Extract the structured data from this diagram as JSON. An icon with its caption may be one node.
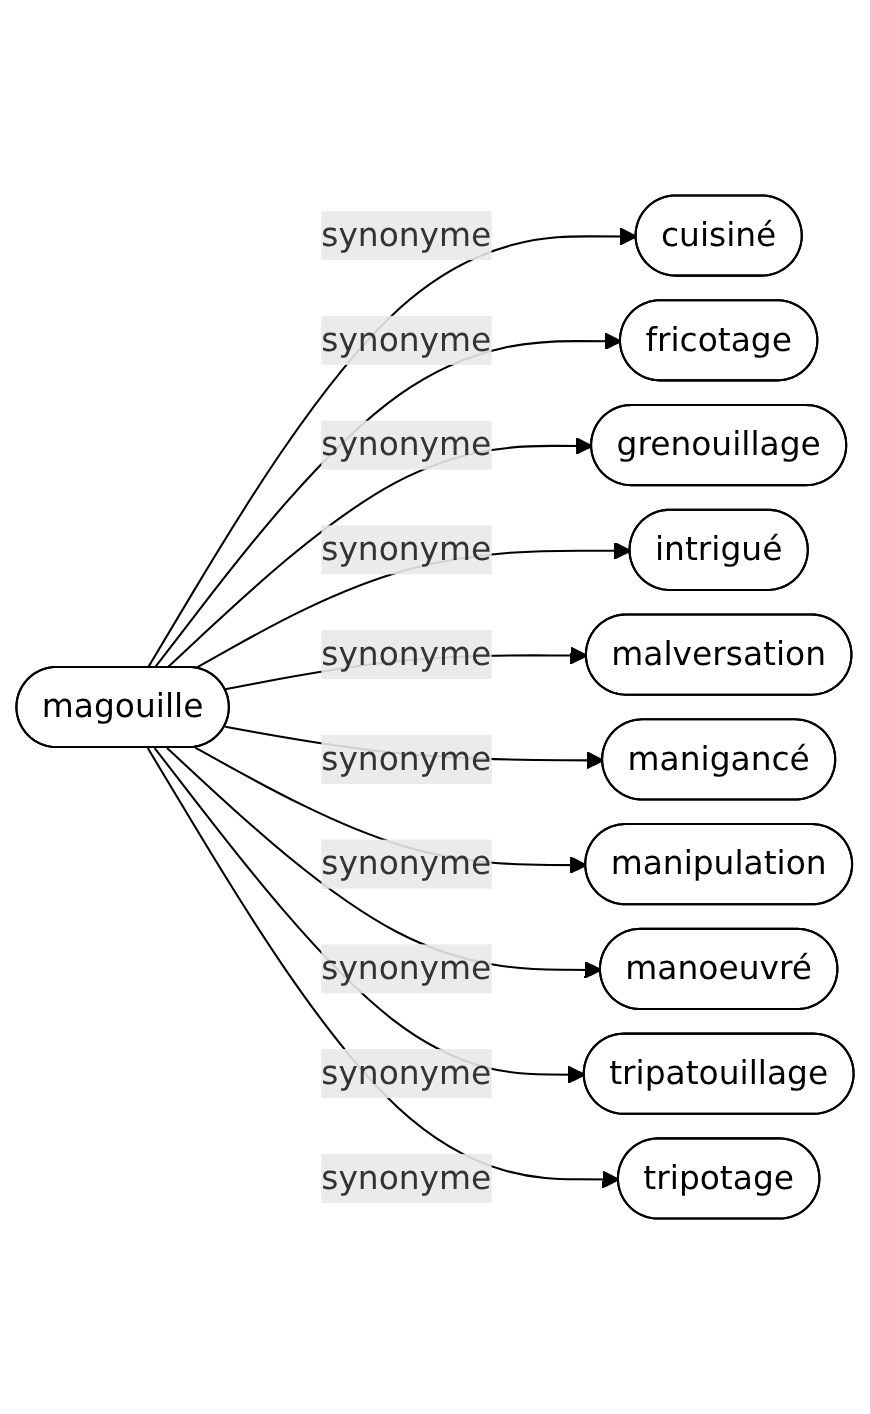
{
  "diagram": {
    "nodes": [
      {
        "text": [
          "magouille"
        ]
      },
      {
        "text": [
          "cuisiné"
        ]
      },
      {
        "text": [
          "fricotage"
        ]
      },
      {
        "text": [
          "grenouillage"
        ]
      },
      {
        "text": [
          "intrigué"
        ]
      },
      {
        "text": [
          "malversation"
        ]
      },
      {
        "text": [
          "manigancé"
        ]
      },
      {
        "text": [
          "manipulation"
        ]
      },
      {
        "text": [
          "manoeuvré"
        ]
      },
      {
        "text": [
          "tripatouillage"
        ]
      },
      {
        "text": [
          "tripotage"
        ]
      }
    ],
    "edges": [
      {
        "from": 0,
        "to": 1,
        "arrow": "to",
        "label": "synonyme"
      },
      {
        "from": 0,
        "to": 2,
        "arrow": "to",
        "label": "synonyme"
      },
      {
        "from": 0,
        "to": 3,
        "arrow": "to",
        "label": "synonyme"
      },
      {
        "from": 0,
        "to": 4,
        "arrow": "to",
        "label": "synonyme"
      },
      {
        "from": 0,
        "to": 5,
        "arrow": "to",
        "label": "synonyme"
      },
      {
        "from": 0,
        "to": 6,
        "arrow": "to",
        "label": "synonyme"
      },
      {
        "from": 0,
        "to": 7,
        "arrow": "to",
        "label": "synonyme"
      },
      {
        "from": 0,
        "to": 8,
        "arrow": "to",
        "label": "synonyme"
      },
      {
        "from": 0,
        "to": 9,
        "arrow": "to",
        "label": "synonyme"
      },
      {
        "from": 0,
        "to": 10,
        "arrow": "to",
        "label": "synonyme"
      }
    ]
  }
}
